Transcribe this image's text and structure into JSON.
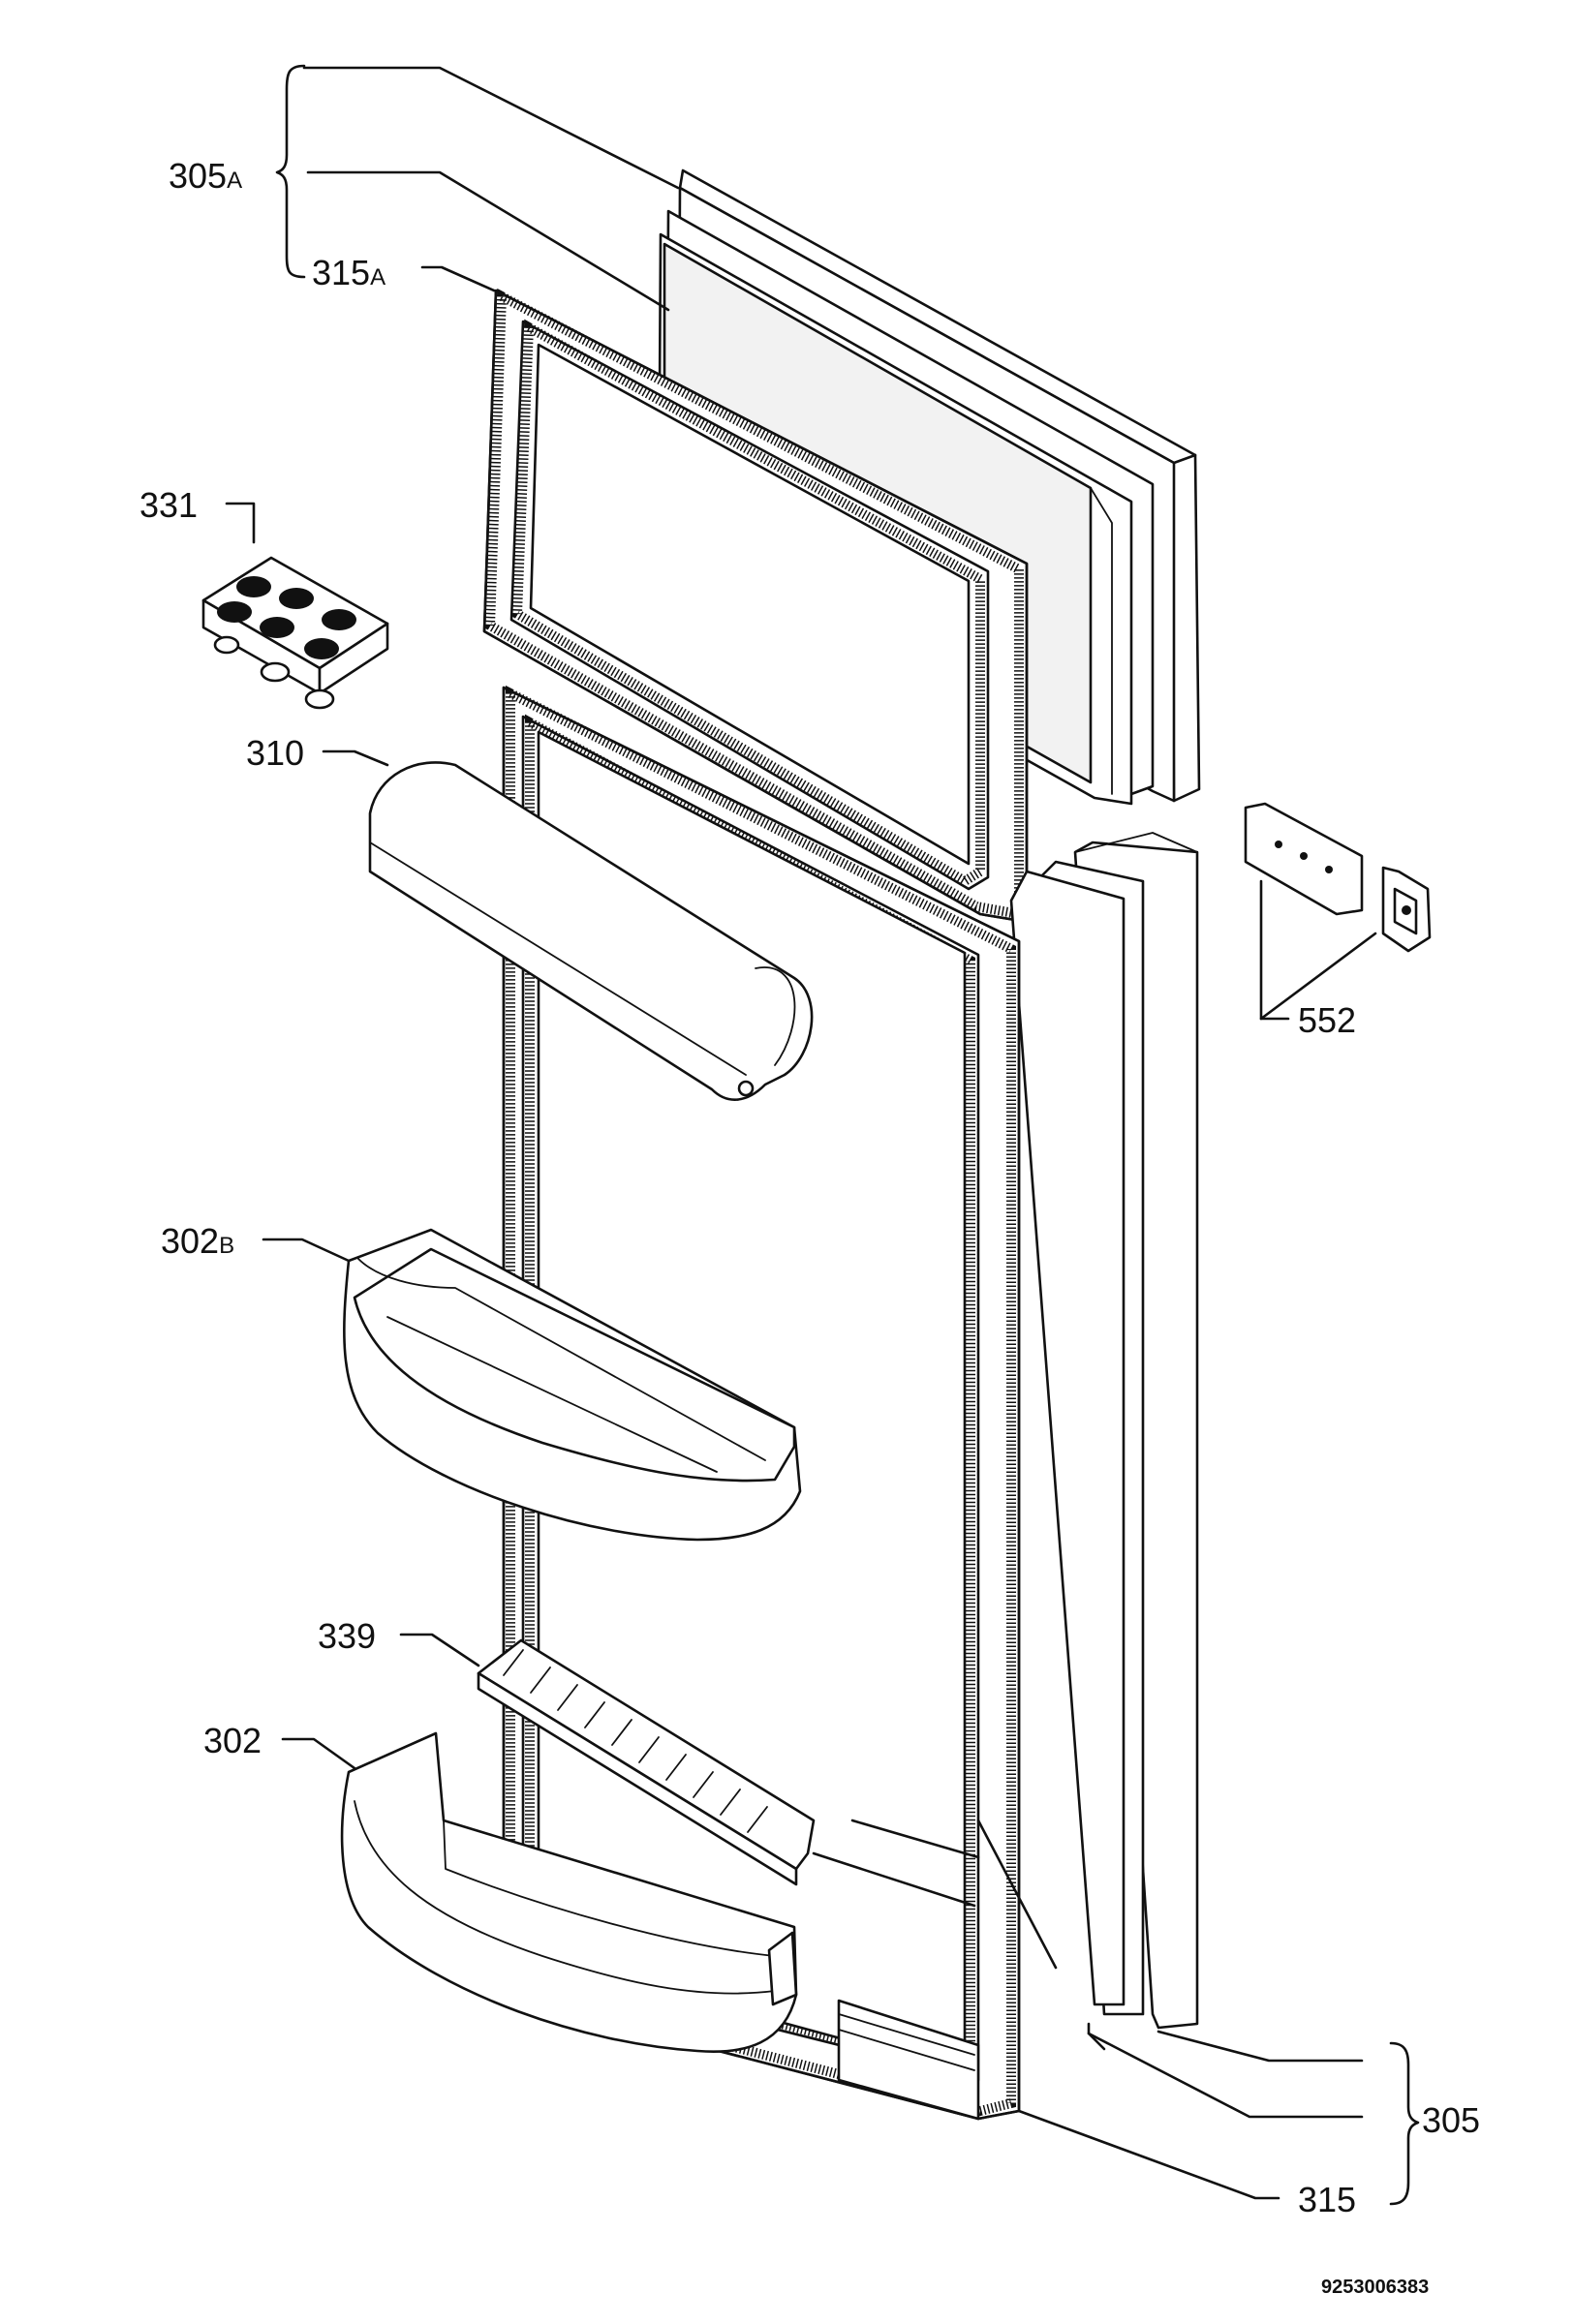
{
  "diagram": {
    "labels": {
      "305A": {
        "num": "305",
        "suffix": "A"
      },
      "315A": {
        "num": "315",
        "suffix": "A"
      },
      "331": "331",
      "310": "310",
      "302B": {
        "num": "302",
        "suffix": "B"
      },
      "339": "339",
      "302": "302",
      "552": "552",
      "305": "305",
      "315": "315"
    },
    "drawing_code": "9253006383"
  }
}
